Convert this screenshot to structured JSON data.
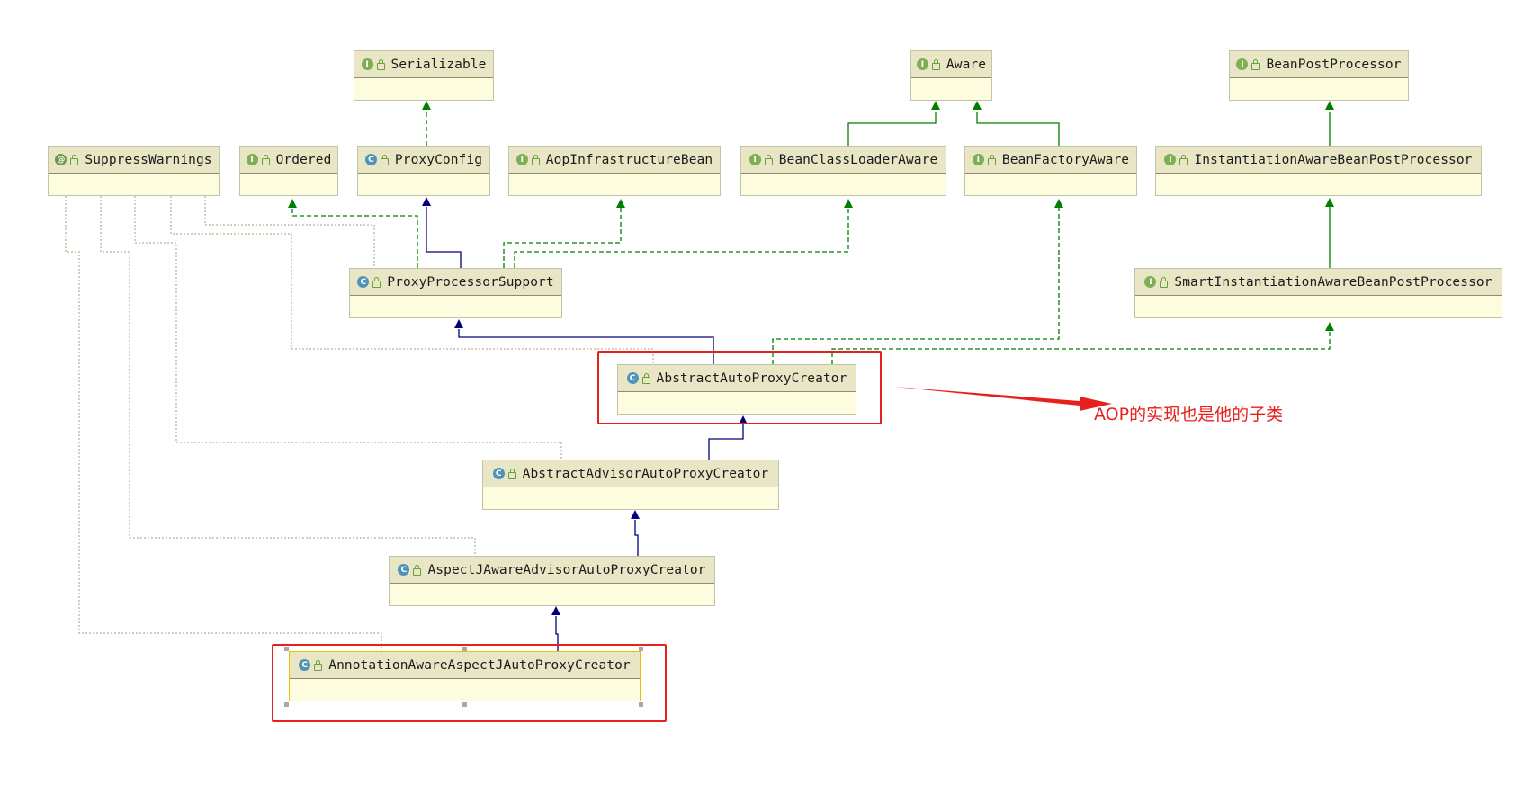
{
  "nodes": [
    {
      "id": "serializable",
      "name": "Serializable",
      "kind": "interface",
      "badge": "I"
    },
    {
      "id": "aware",
      "name": "Aware",
      "kind": "interface",
      "badge": "I"
    },
    {
      "id": "beanpostprocessor",
      "name": "BeanPostProcessor",
      "kind": "interface",
      "badge": "I"
    },
    {
      "id": "suppresswarnings",
      "name": "SuppressWarnings",
      "kind": "annotation",
      "badge": "@"
    },
    {
      "id": "ordered",
      "name": "Ordered",
      "kind": "interface",
      "badge": "I"
    },
    {
      "id": "proxyconfig",
      "name": "ProxyConfig",
      "kind": "class",
      "badge": "C"
    },
    {
      "id": "aopinfrastructurebean",
      "name": "AopInfrastructureBean",
      "kind": "interface",
      "badge": "I"
    },
    {
      "id": "beanclassloaderaware",
      "name": "BeanClassLoaderAware",
      "kind": "interface",
      "badge": "I"
    },
    {
      "id": "beanfactoryaware",
      "name": "BeanFactoryAware",
      "kind": "interface",
      "badge": "I"
    },
    {
      "id": "instantiationawarebpp",
      "name": "InstantiationAwareBeanPostProcessor",
      "kind": "interface",
      "badge": "I"
    },
    {
      "id": "proxyprocessorsupport",
      "name": "ProxyProcessorSupport",
      "kind": "class",
      "badge": "C"
    },
    {
      "id": "smartinstantiationawarebpp",
      "name": "SmartInstantiationAwareBeanPostProcessor",
      "kind": "interface",
      "badge": "I"
    },
    {
      "id": "abstractautoproxycreator",
      "name": "AbstractAutoProxyCreator",
      "kind": "class",
      "badge": "C"
    },
    {
      "id": "abstractadvisorautoproxycreator",
      "name": "AbstractAdvisorAutoProxyCreator",
      "kind": "class",
      "badge": "C"
    },
    {
      "id": "aspectjawareadvisorautoproxycreator",
      "name": "AspectJAwareAdvisorAutoProxyCreator",
      "kind": "class",
      "badge": "C"
    },
    {
      "id": "annotationawareaspectjautoproxycreator",
      "name": "AnnotationAwareAspectJAutoProxyCreator",
      "kind": "class",
      "badge": "C"
    }
  ],
  "edges": [
    {
      "from": "proxyconfig",
      "to": "serializable",
      "type": "implements"
    },
    {
      "from": "beanclassloaderaware",
      "to": "aware",
      "type": "extends-interface"
    },
    {
      "from": "beanfactoryaware",
      "to": "aware",
      "type": "extends-interface"
    },
    {
      "from": "instantiationawarebpp",
      "to": "beanpostprocessor",
      "type": "extends-interface"
    },
    {
      "from": "smartinstantiationawarebpp",
      "to": "instantiationawarebpp",
      "type": "extends-interface"
    },
    {
      "from": "proxyprocessorsupport",
      "to": "proxyconfig",
      "type": "extends"
    },
    {
      "from": "proxyprocessorsupport",
      "to": "ordered",
      "type": "implements"
    },
    {
      "from": "proxyprocessorsupport",
      "to": "aopinfrastructurebean",
      "type": "implements"
    },
    {
      "from": "proxyprocessorsupport",
      "to": "beanclassloaderaware",
      "type": "implements"
    },
    {
      "from": "abstractautoproxycreator",
      "to": "proxyprocessorsupport",
      "type": "extends"
    },
    {
      "from": "abstractautoproxycreator",
      "to": "beanfactoryaware",
      "type": "implements"
    },
    {
      "from": "abstractautoproxycreator",
      "to": "smartinstantiationawarebpp",
      "type": "implements"
    },
    {
      "from": "abstractadvisorautoproxycreator",
      "to": "abstractautoproxycreator",
      "type": "extends"
    },
    {
      "from": "aspectjawareadvisorautoproxycreator",
      "to": "abstractadvisorautoproxycreator",
      "type": "extends"
    },
    {
      "from": "annotationawareaspectjautoproxycreator",
      "to": "aspectjawareadvisorautoproxycreator",
      "type": "extends"
    },
    {
      "from": "proxyprocessorsupport",
      "to": "suppresswarnings",
      "type": "annotated"
    },
    {
      "from": "abstractautoproxycreator",
      "to": "suppresswarnings",
      "type": "annotated"
    },
    {
      "from": "abstractadvisorautoproxycreator",
      "to": "suppresswarnings",
      "type": "annotated"
    },
    {
      "from": "aspectjawareadvisorautoproxycreator",
      "to": "suppresswarnings",
      "type": "annotated"
    },
    {
      "from": "annotationawareaspectjautoproxycreator",
      "to": "suppresswarnings",
      "type": "annotated"
    }
  ],
  "highlights": [
    "abstractautoproxycreator",
    "annotationawareaspectjautoproxycreator"
  ],
  "selected": "annotationawareaspectjautoproxycreator",
  "annotation": {
    "text": "AOP的实现也是他的子类"
  },
  "colors": {
    "extends": "#00007f",
    "implements": "#007f00",
    "annotated": "#b5b598",
    "highlight": "#e8201c"
  }
}
